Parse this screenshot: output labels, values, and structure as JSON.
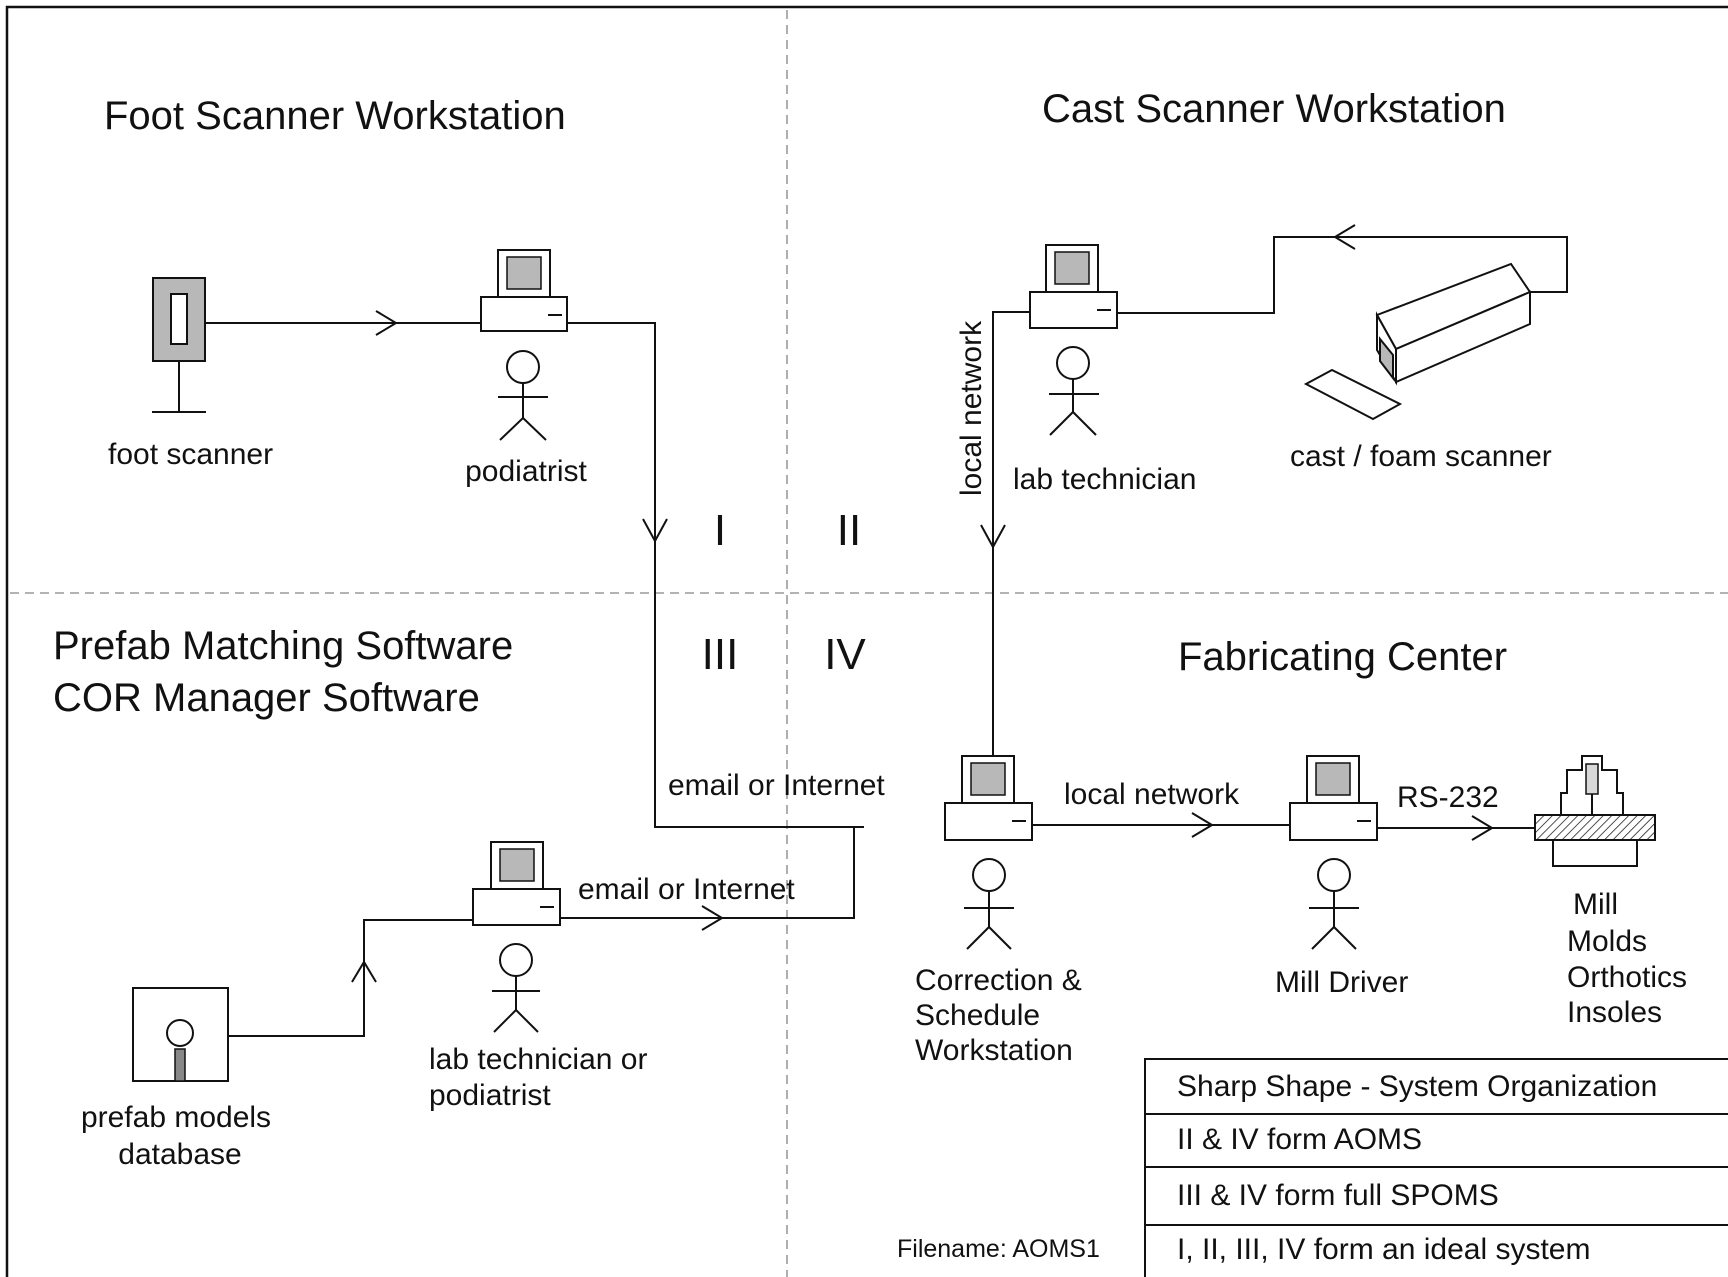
{
  "quadrants": {
    "q1": {
      "title": "Foot Scanner Workstation",
      "numeral": "I"
    },
    "q2": {
      "title": "Cast Scanner Workstation",
      "numeral": "II"
    },
    "q3": {
      "title_line1": "Prefab Matching Software",
      "title_line2": "COR Manager Software",
      "numeral": "III"
    },
    "q4": {
      "title": "Fabricating Center",
      "numeral": "IV"
    }
  },
  "nodes": {
    "foot_scanner": "foot scanner",
    "podiatrist": "podiatrist",
    "lab_technician": "lab technician",
    "cast_scanner": "cast / foam scanner",
    "prefab_db_line1": "prefab models",
    "prefab_db_line2": "database",
    "lab_tech_or_pod_line1": "lab technician or",
    "lab_tech_or_pod_line2": "podiatrist",
    "correction_line1": "Correction &",
    "correction_line2": "Schedule",
    "correction_line3": "Workstation",
    "mill_driver": "Mill Driver",
    "mill_line1": "Mill",
    "mill_line2": "Molds",
    "mill_line3": "Orthotics",
    "mill_line4": "Insoles"
  },
  "connections": {
    "local_network_vertical": "local network",
    "email_upper": "email or Internet",
    "email_lower": "email or Internet",
    "local_network_horizontal": "local network",
    "rs232": "RS-232"
  },
  "legend": {
    "title": "Sharp Shape - System Organization",
    "rows": [
      "II & IV form AOMS",
      "III & IV form full SPOMS",
      "I, II, III, IV form an ideal system"
    ]
  },
  "filename": "Filename: AOMS1",
  "colors": {
    "ink": "#111111",
    "screen_fill": "#b8b8b8",
    "divider": "#9a9a9a"
  }
}
